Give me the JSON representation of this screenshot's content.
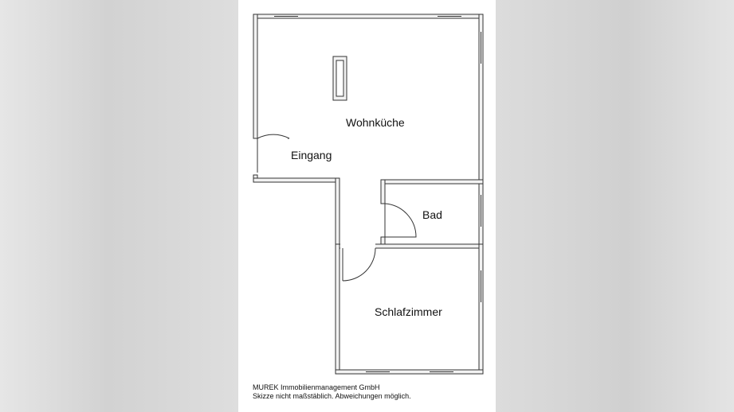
{
  "rooms": {
    "wohnkueche": "Wohnküche",
    "eingang": "Eingang",
    "bad": "Bad",
    "schlafzimmer": "Schlafzimmer"
  },
  "footer": {
    "company": "MUREK Immobilienmanagement GmbH",
    "disclaimer": "Skizze nicht maßstäblich. Abweichungen möglich."
  },
  "colors": {
    "wall_fill": "#f2f2f2",
    "wall_line": "#333333",
    "sheet": "#ffffff",
    "background": "#d9d9d9"
  }
}
